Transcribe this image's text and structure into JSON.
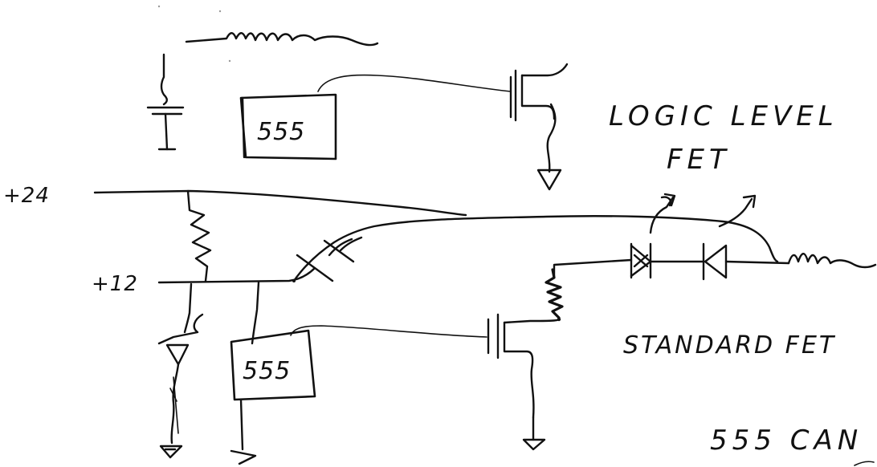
{
  "labels": {
    "rail_24": "+24",
    "rail_12": "+12",
    "chip_top": "555",
    "chip_bottom": "555",
    "logic_level_line1": "LOGIC LEVEL",
    "logic_level_line2": "FET",
    "standard_fet": "STANDARD FET",
    "footer": "555 CAN"
  },
  "colors": {
    "ink": "#111111",
    "paper": "#ffffff"
  }
}
